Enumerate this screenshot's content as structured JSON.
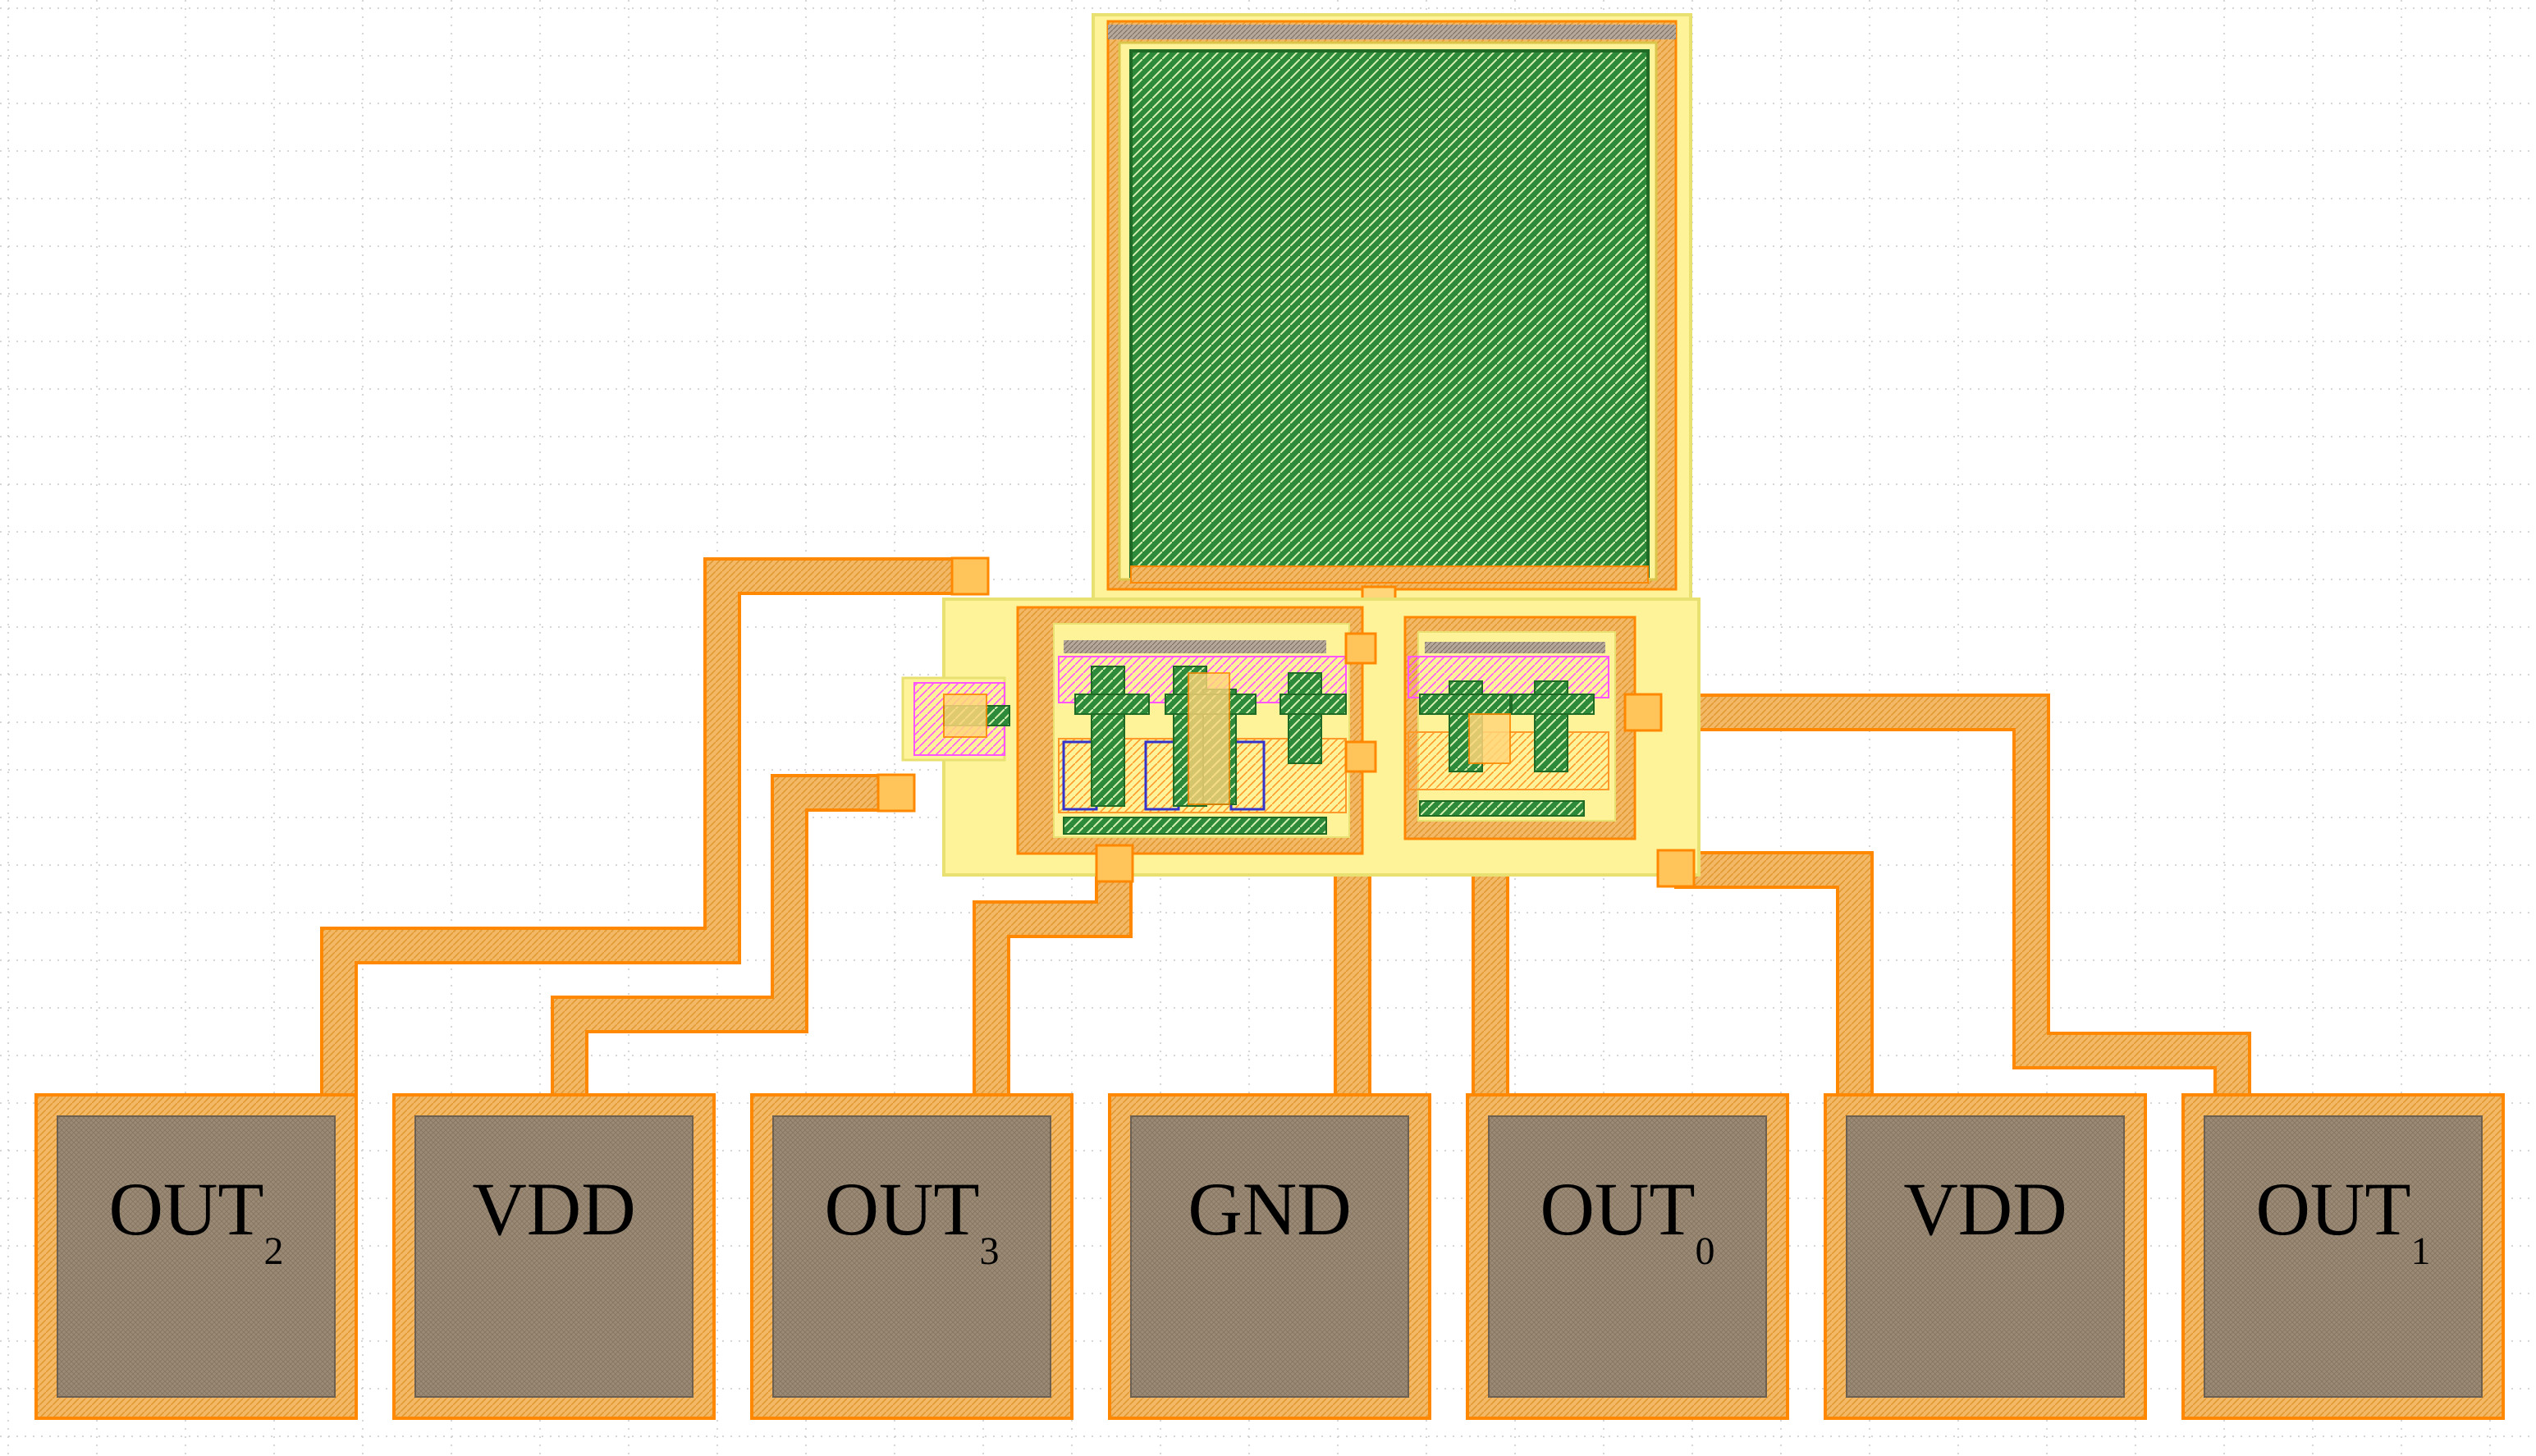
{
  "pads": [
    {
      "name": "OUT",
      "sub": "2"
    },
    {
      "name": "VDD",
      "sub": ""
    },
    {
      "name": "OUT",
      "sub": "3"
    },
    {
      "name": "GND",
      "sub": ""
    },
    {
      "name": "OUT",
      "sub": "0"
    },
    {
      "name": "VDD",
      "sub": ""
    },
    {
      "name": "OUT",
      "sub": "1"
    }
  ],
  "colors": {
    "background": "#ffffff",
    "grid": "#c8c8c8",
    "metal": "#f0b35a",
    "metal_outline": "#ff8800",
    "pad_inner": "#9a8a76",
    "poly_overlay": "#ffef6e",
    "poly_outline": "#e8e070",
    "active_green": "#2f8f2f",
    "diffusion_hatch": "#ff66ff",
    "nwell_blue": "#3333cc"
  }
}
